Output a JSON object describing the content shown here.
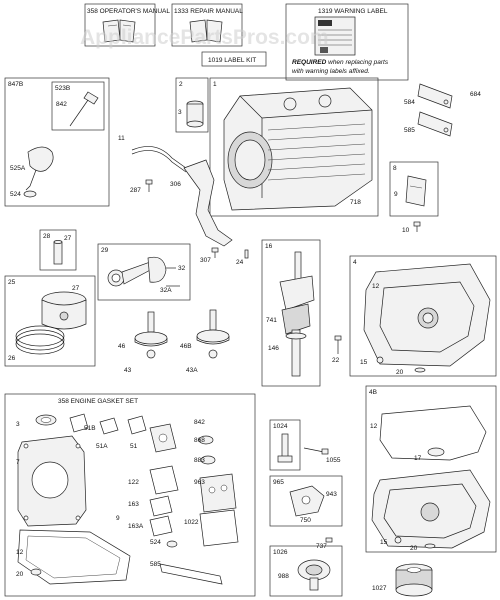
{
  "watermark": "AppliancePartsPros.com",
  "headers": {
    "op_manual": "358 OPERATOR'S MANUAL",
    "repair_manual": "1333 REPAIR MANUAL",
    "warning_label": "1319 WARNING LABEL",
    "label_kit": "1019 LABEL KIT",
    "gasket_set": "358 ENGINE GASKET SET"
  },
  "warning_note": {
    "bold": "REQUIRED",
    "line1": " when replacing parts",
    "line2": "with warning labels affixed."
  },
  "box_labels": {
    "b847B": "847B",
    "b523B": "523B",
    "b2": "2",
    "b1": "1",
    "b8": "8",
    "b28": "28",
    "b29": "29",
    "b16": "16",
    "b4": "4",
    "b25": "25",
    "b4B": "4B",
    "b1024": "1024",
    "b965": "965",
    "b1026": "1026"
  },
  "callouts": {
    "c842a": "842",
    "c525A": "525A",
    "c524a": "524",
    "c3a": "3",
    "c11": "11",
    "c287": "287",
    "c306": "306",
    "c718": "718",
    "c584": "584",
    "c684": "684",
    "c585a": "585",
    "c9a": "9",
    "c10": "10",
    "c27a": "27",
    "c32": "32",
    "c32A": "32A",
    "c307": "307",
    "c24": "24",
    "c741": "741",
    "c146": "146",
    "c22": "22",
    "c12a": "12",
    "c15a": "15",
    "c20a": "20",
    "c27b": "27",
    "c26": "26",
    "c46": "46",
    "c46B": "46B",
    "c43": "43",
    "c43A": "43A",
    "c3b": "3",
    "c51B": "51B",
    "c51A": "51A",
    "c51": "51",
    "c842b": "842",
    "c868": "868",
    "c883": "883",
    "c7": "7",
    "c122": "122",
    "c163": "163",
    "c163A": "163A",
    "c9b": "9",
    "c963": "963",
    "c1022": "1022",
    "c524b": "524",
    "c585b": "585",
    "c12b": "12",
    "c20b": "20",
    "c1055": "1055",
    "c943": "943",
    "c750": "750",
    "c737": "737",
    "c12c": "12",
    "c17": "17",
    "c15b": "15",
    "c20c": "20",
    "c988": "988",
    "c1027": "1027"
  }
}
